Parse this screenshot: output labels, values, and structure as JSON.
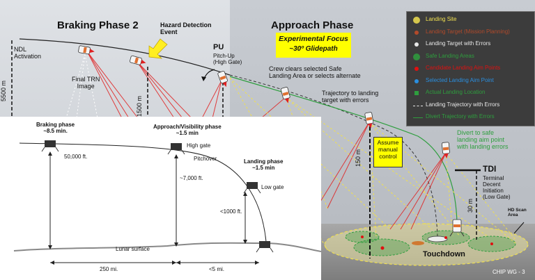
{
  "main": {
    "braking_phase_2": "Braking Phase 2",
    "hazard_detection": "Hazard Detection",
    "hazard_event": "Event",
    "approach_phase": "Approach Phase",
    "experimental_focus": "Experimental Focus",
    "glidepath": "~30º Glidepath",
    "ndl_line1": "NDL",
    "ndl_line2": "Activation",
    "final_trn_line1": "Final TRN",
    "final_trn_line2": "Image",
    "alt_5500": "5500 m",
    "alt_1500": "1500 m",
    "alt_150": "150 m",
    "alt_30": "30 m",
    "pu_title": "PU",
    "pu_line1": "Pitch-Up",
    "pu_line2": "(High Gate)",
    "crew_line1": "Crew clears selected Safe",
    "crew_line2": "Landing Area or selects alternate",
    "traj_line1": "Trajectory to landing",
    "traj_line2": "target with errors",
    "assume_line1": "Assume",
    "assume_line2": "manual",
    "assume_line3": "control",
    "divert_line1": "Divert to safe",
    "divert_line2": "landing aim point",
    "divert_line3": "with landing errors",
    "tdi_title": "TDI",
    "tdi_line1": "Terminal",
    "tdi_line2": "Decent",
    "tdi_line3": "Initiation",
    "tdi_line4": "(Low Gate)",
    "hd_line1": "HD Scan",
    "hd_line2": "Area",
    "touchdown": "Touchdown",
    "chip": "CHIP WG - 3"
  },
  "legend": [
    {
      "label": "Landing Site",
      "color": "#f0e050",
      "icon": "dashed-circle-icon"
    },
    {
      "label": "Landing Target (Mission Planning)",
      "color": "#b24a2a",
      "icon": "dot-icon"
    },
    {
      "label": "Landing Target with Errors",
      "color": "#e8e8e8",
      "icon": "dot-icon"
    },
    {
      "label": "Safe Landing Areas",
      "color": "#2e9e3e",
      "icon": "dashed-circle-icon"
    },
    {
      "label": "Candidate Landing Aim Points",
      "color": "#e01010",
      "icon": "dot-icon"
    },
    {
      "label": "Selected Landing Aim Point",
      "color": "#2a8fe0",
      "icon": "dot-icon"
    },
    {
      "label": "Actual Landing Location",
      "color": "#2e9e3e",
      "icon": "square-icon"
    },
    {
      "label": "Landing Trajectory with Errors",
      "color": "#e8e8e8",
      "icon": "dashed-line-icon"
    },
    {
      "label": "Divert Trajectory with Errors",
      "color": "#2e9e3e",
      "icon": "solid-line-icon"
    }
  ],
  "inset": {
    "braking_title": "Braking phase",
    "braking_time": "~8.5 min.",
    "approach_title": "Approach/Visibility phase",
    "approach_time": "~1.5 min",
    "landing_title": "Landing phase",
    "landing_time": "~1.5 min",
    "high_gate": "High gate",
    "pitchover": "Pitchover",
    "low_gate": "Low gate",
    "alt_50000": "50,000 ft.",
    "alt_7000": "~7,000 ft.",
    "alt_1000": "<1000 ft.",
    "lunar_surface": "Lunar surface",
    "dist_250": "250 mi.",
    "dist_5": "<5 mi."
  },
  "colors": {
    "background": "#cfd3d8",
    "legend_bg": "#3c3c3c",
    "highlight": "#ffff00",
    "beam_red": "#e02020",
    "beam_yellow": "#f0e050",
    "safe_green": "#2e9e3e",
    "ground": "#9a9a9a"
  }
}
